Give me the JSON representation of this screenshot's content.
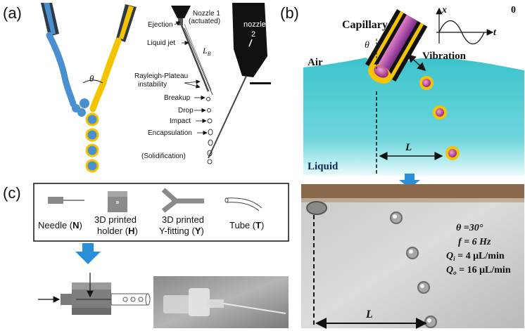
{
  "panel_a": {
    "label": "(a)",
    "nozzle1": "Nozzle 1",
    "nozzle1_sub": "(actuated)",
    "nozzle2_a": "nozzle",
    "nozzle2_b": "2",
    "lb": "L",
    "lb_sub": "B",
    "theta": "θ",
    "annotations": [
      "Ejection",
      "Liquid jet",
      "Rayleigh-Plateau",
      "instability",
      "Breakup",
      "Drop",
      "Impact",
      "Encapsulation",
      "(Solidification)"
    ]
  },
  "panel_b": {
    "label": "(b)",
    "corner": "0",
    "capillary": "Capillary",
    "air": "Air",
    "liquid": "Liquid",
    "vibration": "Vibration",
    "axis_x": "x",
    "axis_t": "t",
    "theta": "θ",
    "L": "L",
    "params": {
      "theta": "θ =30°",
      "f": "f = 6 Hz",
      "qi": "Q",
      "qi_sub": "i",
      "qi_val": " = 4 μL/min",
      "qo": "Q",
      "qo_sub": "o",
      "qo_val": " = 16 μL/min"
    },
    "L2": "L"
  },
  "panel_c": {
    "label": "(c)",
    "items": [
      {
        "line1": "Needle (",
        "bold": "N",
        "line1_end": ")",
        "line2": ""
      },
      {
        "line1": "3D printed",
        "line2": "holder (",
        "bold": "H",
        "line2_end": ")"
      },
      {
        "line1": "3D printed",
        "line2": "Y-fitting (",
        "bold": "Y",
        "line2_end": ")"
      },
      {
        "line1": "Tube (",
        "bold": "T",
        "line1_end": ")",
        "line2": ""
      }
    ]
  },
  "colors": {
    "blue": "#4a90d0",
    "yellow": "#f5c400",
    "cyan": "#3fc1c9",
    "arrow": "#2a8fd6",
    "magenta": "#c050a0"
  }
}
